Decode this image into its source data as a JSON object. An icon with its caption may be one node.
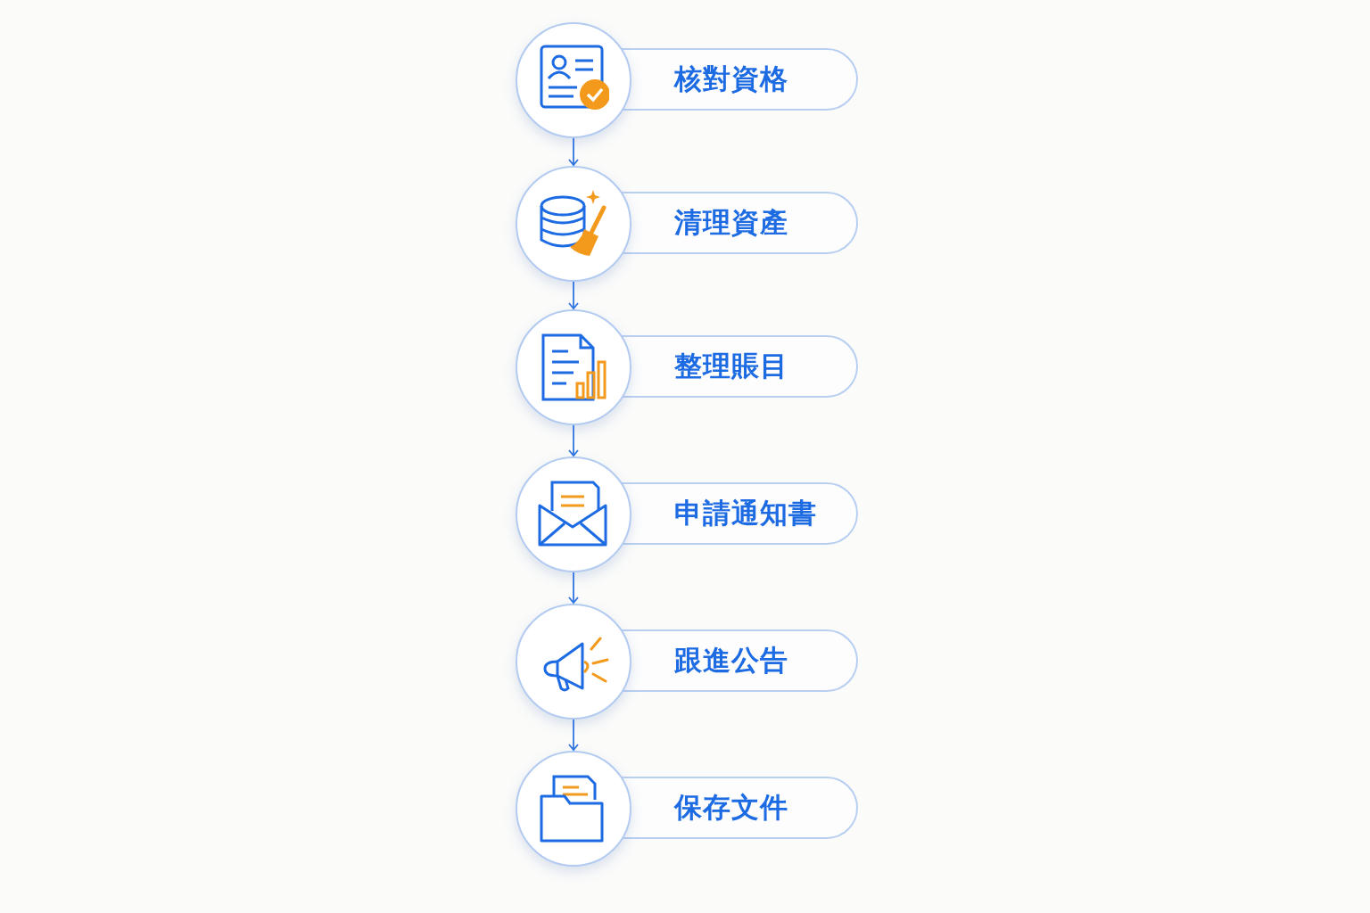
{
  "diagram": {
    "nodes": [
      {
        "text": [
          "核對資格"
        ]
      },
      {
        "text": [
          "清理資產"
        ]
      },
      {
        "text": [
          "整理賬目"
        ]
      },
      {
        "text": [
          "申請通知書"
        ]
      },
      {
        "text": [
          "跟進公告"
        ]
      },
      {
        "text": [
          "保存文件"
        ]
      }
    ],
    "edges": [
      {
        "from": 0,
        "to": 1,
        "arrow": "to"
      },
      {
        "from": 1,
        "to": 2,
        "arrow": "to"
      },
      {
        "from": 2,
        "to": 3,
        "arrow": "to"
      },
      {
        "from": 3,
        "to": 4,
        "arrow": "to"
      },
      {
        "from": 4,
        "to": 5,
        "arrow": "to"
      }
    ]
  }
}
